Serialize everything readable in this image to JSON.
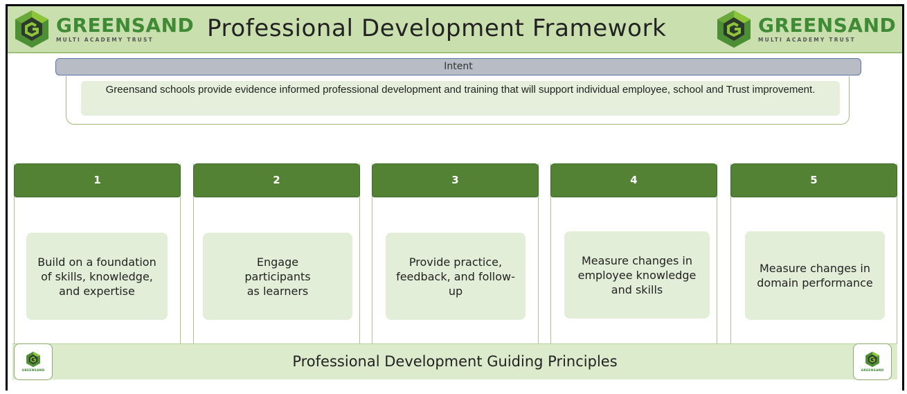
{
  "header": {
    "title": "Professional Development Framework",
    "logo_name": "GREENSAND",
    "logo_subtitle": "MULTI ACADEMY TRUST"
  },
  "intent": {
    "heading": "Intent",
    "text": "Greensand schools provide evidence informed professional development and training that will support individual employee, school and Trust improvement."
  },
  "principles": [
    {
      "number": "1",
      "text": "Build on a foundation of skills, knowledge, and expertise"
    },
    {
      "number": "2",
      "text": "Engage participants as learners"
    },
    {
      "number": "3",
      "text": "Provide practice, feedback, and follow-up"
    },
    {
      "number": "4",
      "text": "Measure changes in employee knowledge and skills"
    },
    {
      "number": "5",
      "text": "Measure changes in domain performance"
    }
  ],
  "footer": {
    "title": "Professional Development Guiding Principles",
    "mini_logo_name": "GREENSAND"
  },
  "colors": {
    "banner": "#c9dfae",
    "header_green": "#548235",
    "card_fill": "#e3eed8",
    "logo_green": "#3f8a35"
  }
}
